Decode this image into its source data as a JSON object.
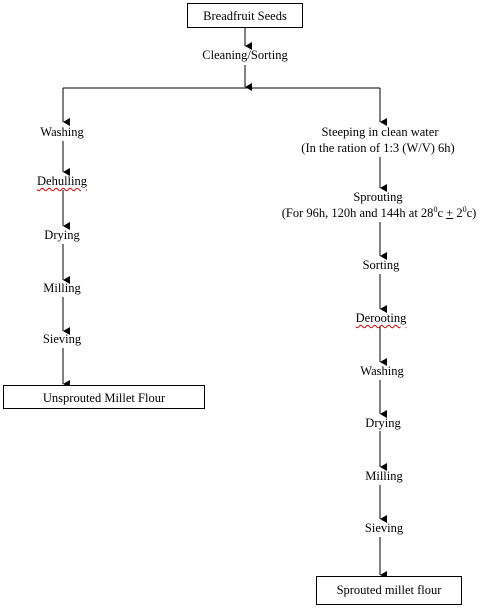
{
  "flowchart": {
    "start": "Breadfruit Seeds",
    "common_step": "Cleaning/Sorting",
    "left_branch": {
      "steps": [
        "Washing",
        "Dehulling",
        "Drying",
        "Milling",
        "Sieving"
      ],
      "end": "Unsprouted Millet Flour"
    },
    "right_branch": {
      "steeping": {
        "label": "Steeping in clean water",
        "detail": "(In the ration of 1:3 (W/V) 6h)"
      },
      "sprouting": {
        "label": "Sprouting",
        "detail_prefix": "(For 96h, 120h and 144h at 28",
        "deg1": "0",
        "detail_mid": "c ",
        "plus_minus": "+",
        "detail_space": " 2",
        "deg2": "0",
        "detail_suffix": "c)"
      },
      "steps": [
        "Sorting",
        "Derooting",
        "Washing",
        "Drying",
        "Milling",
        "Sieving"
      ],
      "end": "Sprouted millet flour"
    }
  }
}
